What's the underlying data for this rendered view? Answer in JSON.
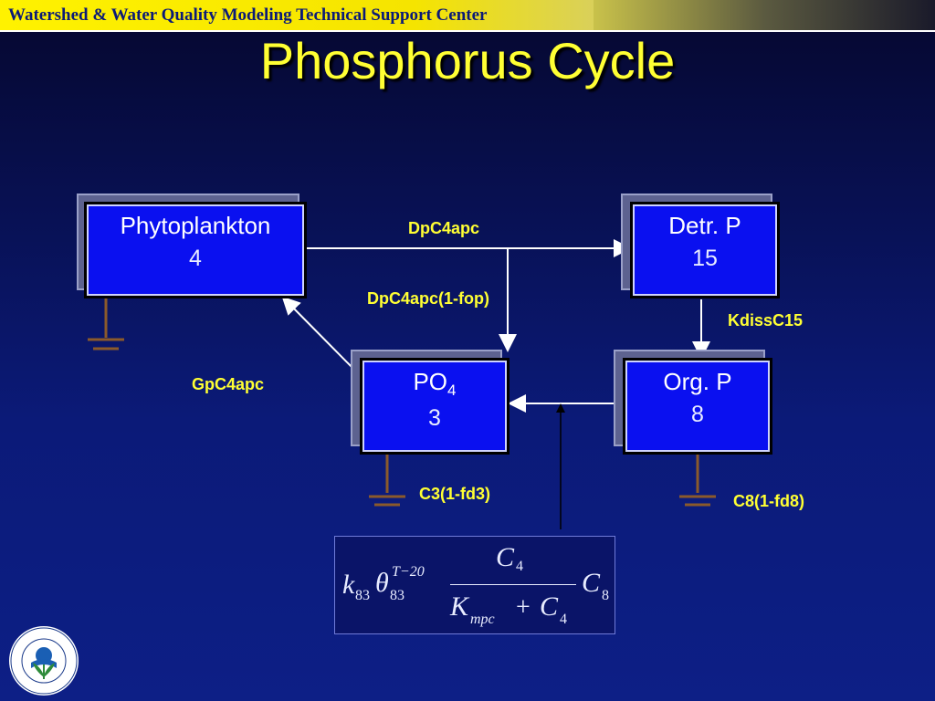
{
  "header": {
    "org": "Watershed & Water Quality Modeling Technical Support Center"
  },
  "title": "Phosphorus Cycle",
  "boxes": {
    "phyto": {
      "name": "Phytoplankton",
      "number": "4"
    },
    "detr": {
      "name": "Detr. P",
      "number": "15"
    },
    "po4": {
      "name_main": "PO",
      "name_sub": "4",
      "number": "3"
    },
    "orgp": {
      "name": "Org. P",
      "number": "8"
    }
  },
  "labels": {
    "dpc4apc": "DpC4apc",
    "dpc4apc_fop": "DpC4apc(1-fop)",
    "kdissc15": "KdissC15",
    "gpc4apc": "GpC4apc",
    "c3": "C3(1-fd3)",
    "c8": "C8(1-fd8)"
  },
  "formula": {
    "k": "k",
    "k_sub": "83",
    "theta": "θ",
    "theta_sub": "83",
    "theta_sup": "T−20",
    "num": "C",
    "num_sub": "4",
    "den_k": "K",
    "den_k_sub": "mpc",
    "plus": "+",
    "den_c": "C",
    "den_c_sub": "4",
    "tail": "C",
    "tail_sub": "8"
  },
  "colors": {
    "box_fill": "#0a10f0",
    "label": "#ffff33",
    "arrow": "#ffffff",
    "sink": "#8b5a2b"
  }
}
